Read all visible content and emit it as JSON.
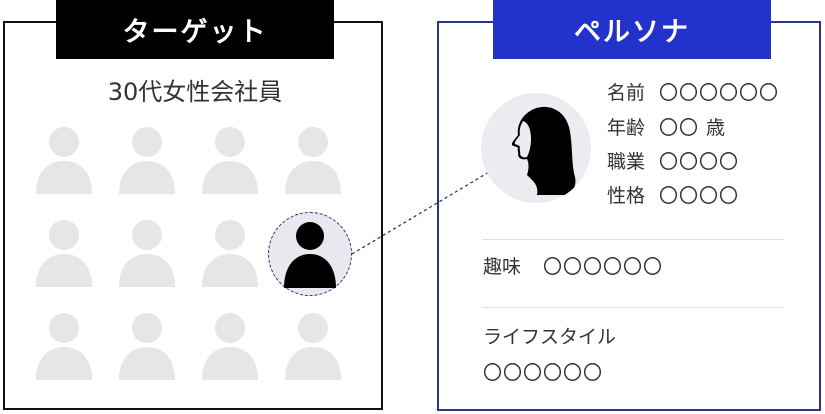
{
  "target": {
    "tab_label": "ターゲット",
    "subtitle": "30代女性会社員"
  },
  "persona": {
    "tab_label": "ペルソナ",
    "fields": [
      {
        "label": "名前",
        "value": "〇〇〇〇〇〇"
      },
      {
        "label": "年齢",
        "value": "〇〇 歳"
      },
      {
        "label": "職業",
        "value": "〇〇〇〇"
      },
      {
        "label": "性格",
        "value": "〇〇〇〇"
      }
    ],
    "hobby": {
      "label": "趣味",
      "value": "〇〇〇〇〇〇"
    },
    "lifestyle": {
      "label": "ライフスタイル",
      "value": "〇〇〇〇〇〇"
    }
  },
  "colors": {
    "target_accent": "#000000",
    "persona_accent": "#2233cc",
    "persona_border": "#2b3585",
    "placeholder_person": "#e6e6e6",
    "highlight_person": "#000000"
  },
  "icons": {
    "crowd_member": "person-silhouette-icon",
    "highlighted_member": "person-silhouette-icon",
    "persona_avatar": "woman-profile-icon"
  }
}
